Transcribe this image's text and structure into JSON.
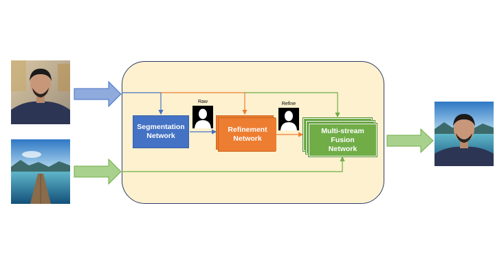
{
  "nodes": {
    "segmentation": {
      "label_line1": "Segmentation",
      "label_line2": "Network"
    },
    "refinement": {
      "label_line1": "Refinement",
      "label_line2": "Network"
    },
    "fusion": {
      "label_line1": "Multi-stream",
      "label_line2": "Fusion",
      "label_line3": "Network"
    }
  },
  "masks": {
    "raw": {
      "label": "Raw"
    },
    "refine": {
      "label": "Refine"
    }
  },
  "inputs": {
    "portrait": {
      "icon": "portrait-photo-icon"
    },
    "background": {
      "icon": "lake-pier-photo-icon"
    }
  },
  "output": {
    "icon": "composited-photo-icon"
  },
  "colors": {
    "blue": "#4472c4",
    "orange": "#ed7d31",
    "green": "#70ad47",
    "panel": "#fdf1cf"
  }
}
